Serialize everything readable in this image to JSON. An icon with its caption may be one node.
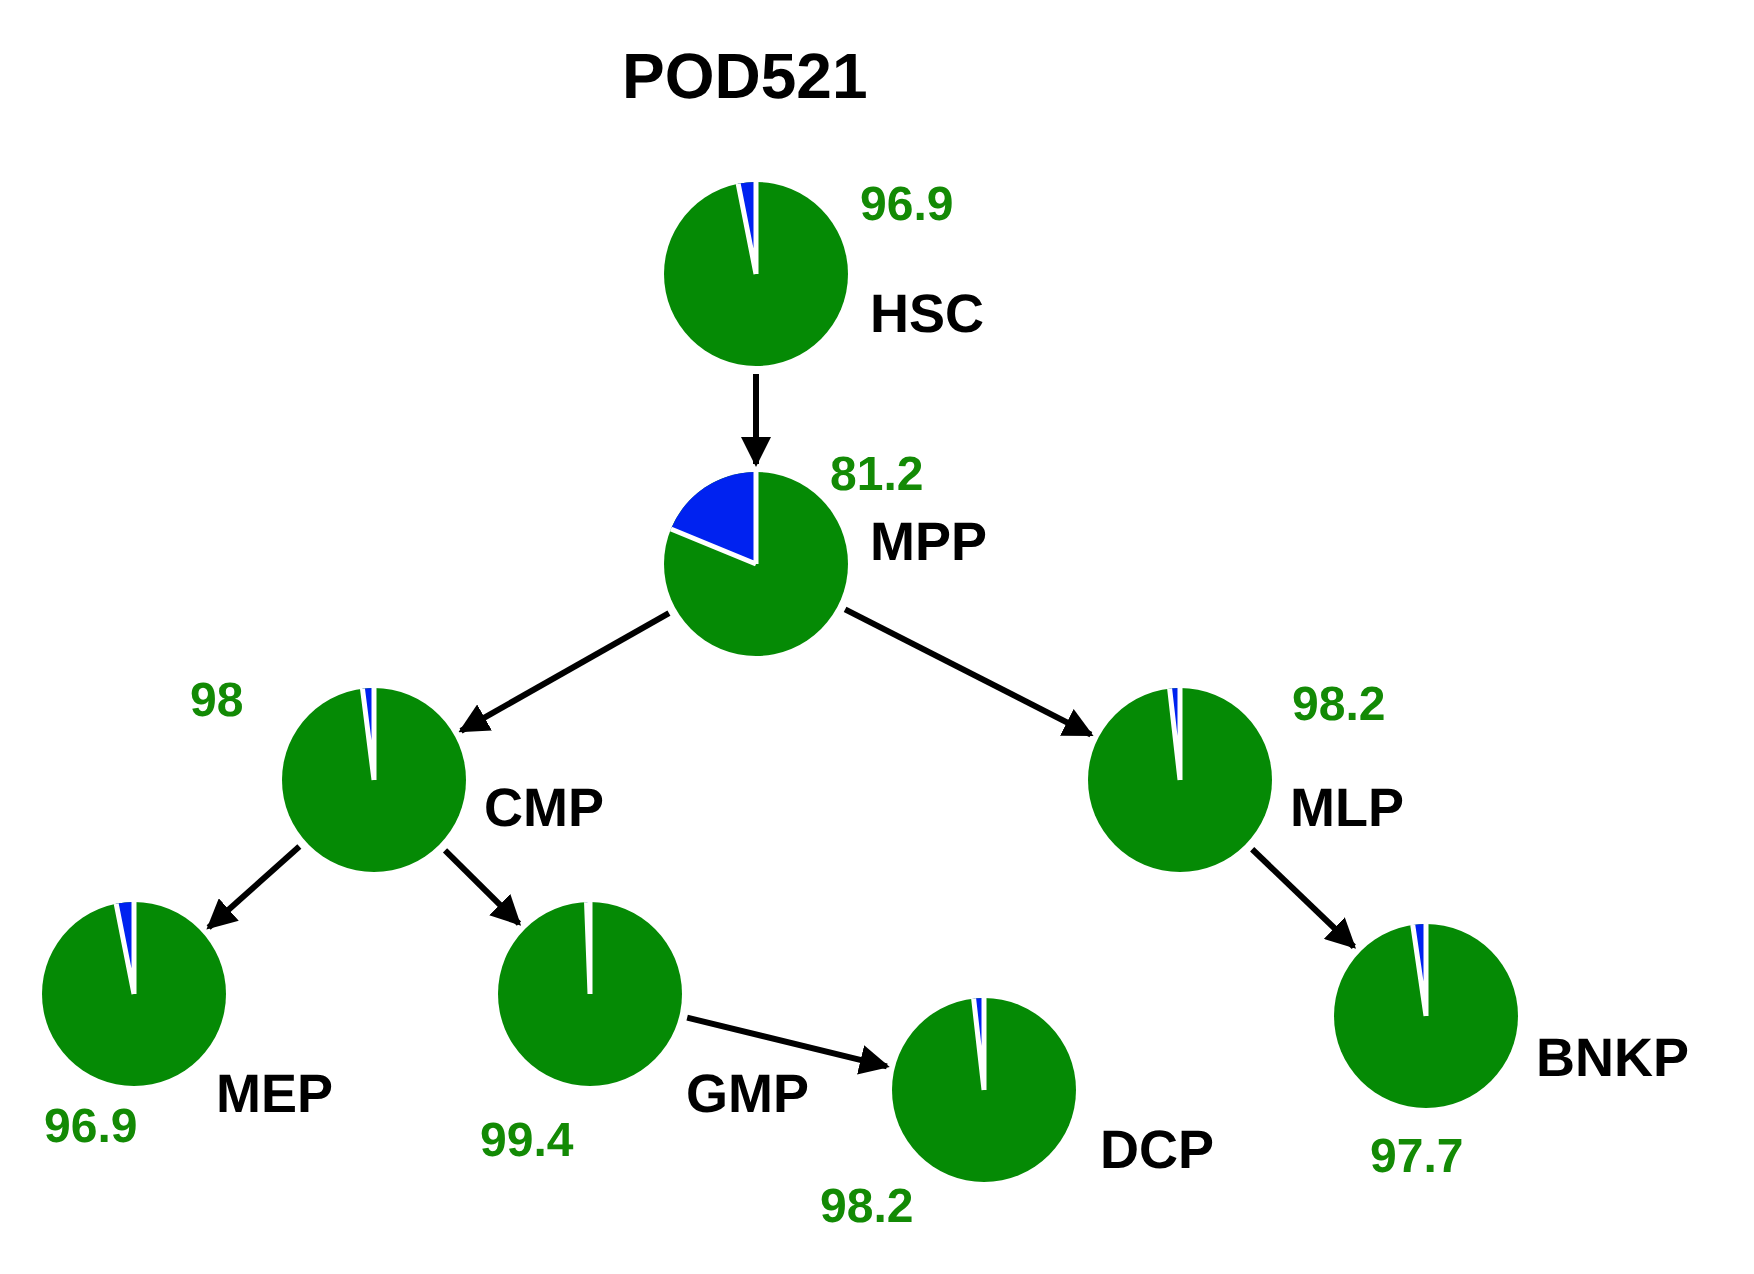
{
  "diagram": {
    "title": "POD521",
    "nodes": [
      {
        "text": [
          "HSC"
        ],
        "beside": [
          "96.9"
        ]
      },
      {
        "text": [
          "MPP"
        ],
        "beside": [
          "81.2"
        ]
      },
      {
        "text": [
          "CMP"
        ],
        "beside": [
          "98"
        ]
      },
      {
        "text": [
          "MLP"
        ],
        "beside": [
          "98.2"
        ]
      },
      {
        "text": [
          "MEP"
        ],
        "beside": [
          "96.9"
        ]
      },
      {
        "text": [
          "GMP"
        ],
        "beside": [
          "99.4"
        ]
      },
      {
        "text": [
          "DCP"
        ],
        "beside": [
          "98.2"
        ]
      },
      {
        "text": [
          "BNKP"
        ],
        "beside": [
          "97.7"
        ]
      }
    ],
    "edges": [
      {
        "from": 0,
        "to": 1,
        "arrow": "to"
      },
      {
        "from": 1,
        "to": 2,
        "arrow": "to"
      },
      {
        "from": 1,
        "to": 3,
        "arrow": "to"
      },
      {
        "from": 2,
        "to": 4,
        "arrow": "to"
      },
      {
        "from": 2,
        "to": 5,
        "arrow": "to"
      },
      {
        "from": 5,
        "to": 6,
        "arrow": "to"
      },
      {
        "from": 3,
        "to": 7,
        "arrow": "to"
      }
    ]
  }
}
